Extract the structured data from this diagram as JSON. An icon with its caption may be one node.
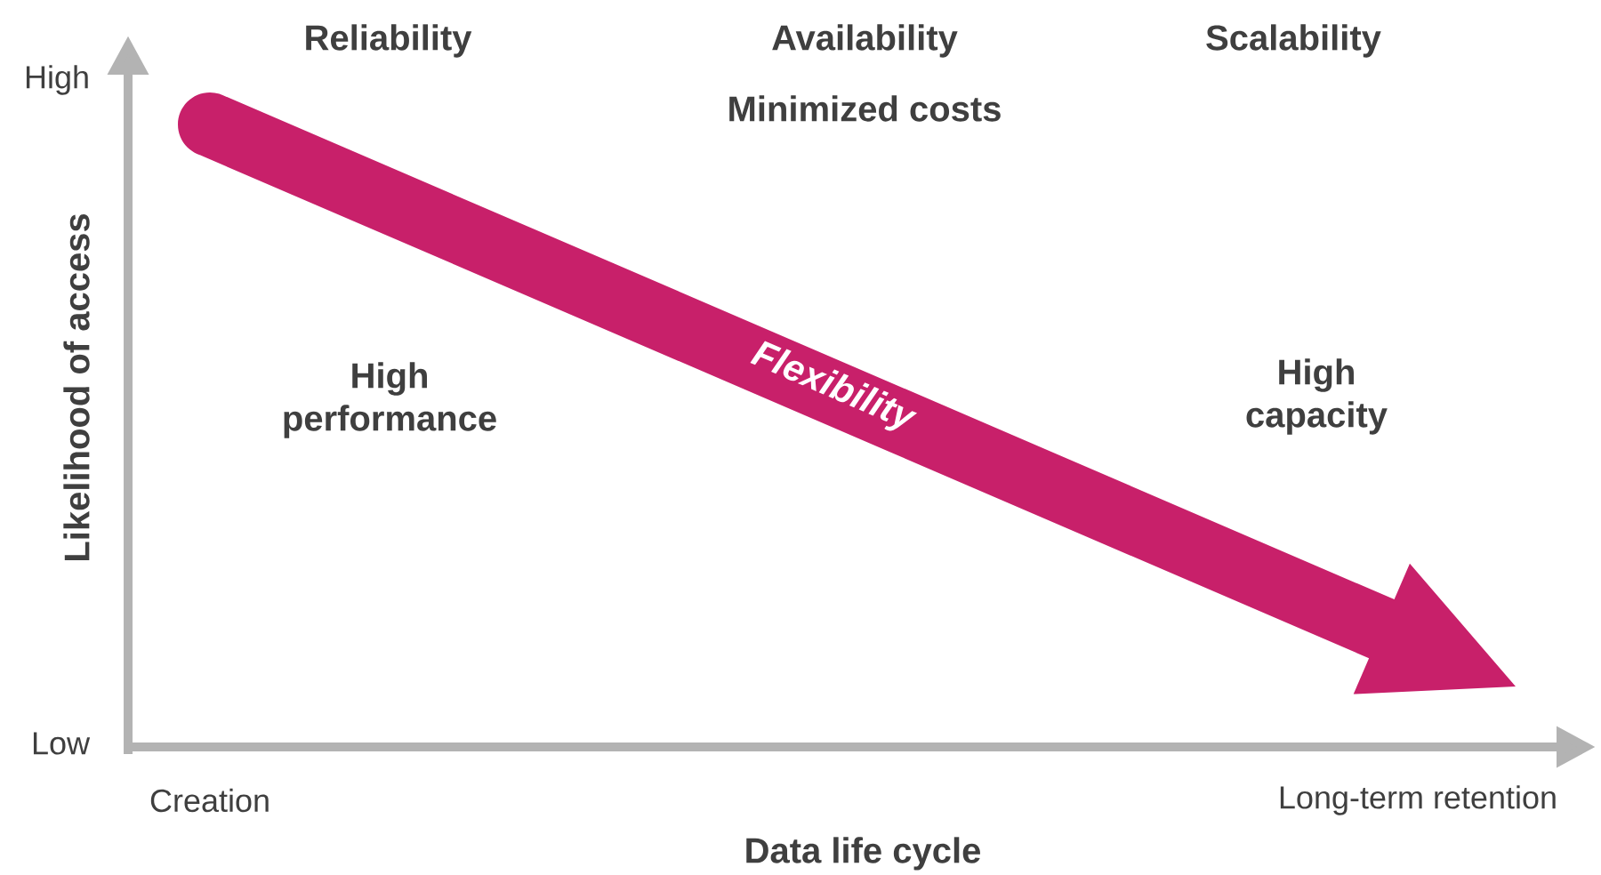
{
  "diagram": {
    "labels": [
      "Reliability",
      "Availability",
      "Scalability",
      "Minimized costs",
      "High",
      "High performance",
      "Flexibility",
      "High capacity",
      "Low",
      "Likelihood of access",
      "Creation",
      "Long-term retention",
      "Data life cycle"
    ]
  }
}
